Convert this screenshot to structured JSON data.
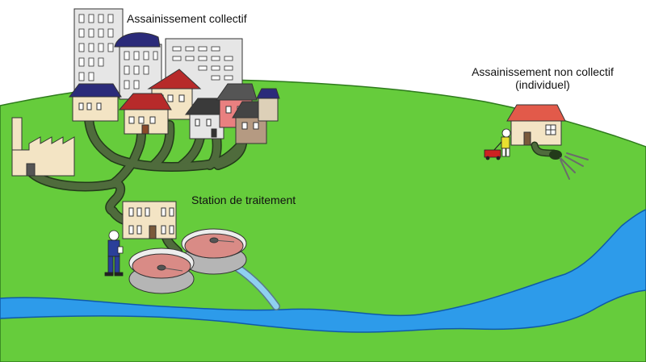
{
  "labels": {
    "collective": "Assainissement collectif",
    "treatment_station": "Station de traitement",
    "non_collective_line1": "Assainissement non collectif",
    "non_collective_line2": "(individuel)"
  },
  "colors": {
    "grass": "#66cc3c",
    "grass_outline": "#2e7a1c",
    "pipe": "#4f6b3c",
    "river": "#2d9bea",
    "river_outline": "#0f5aa8",
    "outflow": "#8fd0f0",
    "basin": "#d98b86",
    "house_wall": "#f3e4c4",
    "roof_red": "#b72a2a",
    "roof_navy": "#2b2b7a",
    "building_grey": "#e6e6e6"
  }
}
